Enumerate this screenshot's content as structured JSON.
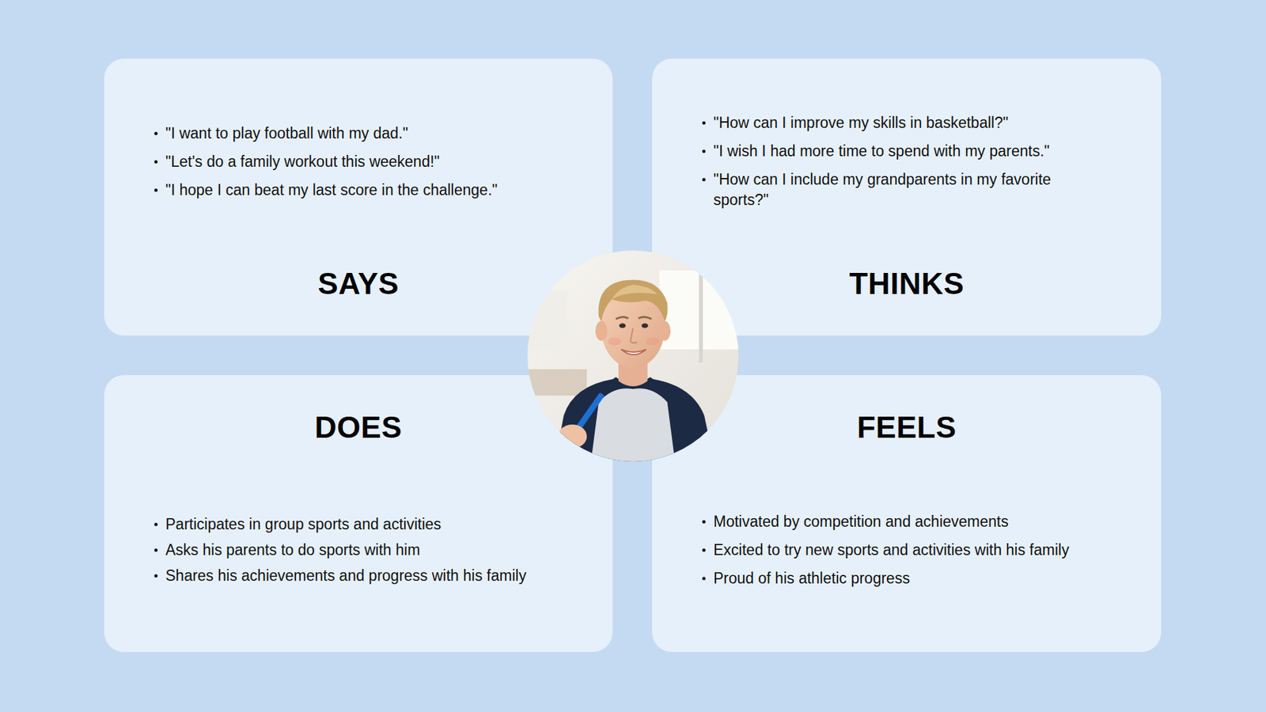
{
  "diagram": {
    "nodes": [
      {
        "text": [
          "SAYS",
          "\"I want to play football with my dad.\"",
          "\"Let's do a family workout this weekend!\"",
          "\"I hope I can beat my last score in the challenge.\""
        ]
      },
      {
        "text": [
          "THINKS",
          "\"How can I improve my skills in basketball?\"",
          "\"I wish I had more time to spend with my parents.\"",
          "\"How can I include my grandparents in my favorite sports?\""
        ]
      },
      {
        "text": [
          "DOES",
          "Participates in group sports and activities",
          "Asks his parents to do sports with him",
          "Shares his achievements and progress with his family"
        ]
      },
      {
        "text": [
          "FEELS",
          "Motivated by competition and achievements",
          "Excited to try new sports and activities with his family",
          "Proud of his athletic progress"
        ]
      }
    ]
  }
}
